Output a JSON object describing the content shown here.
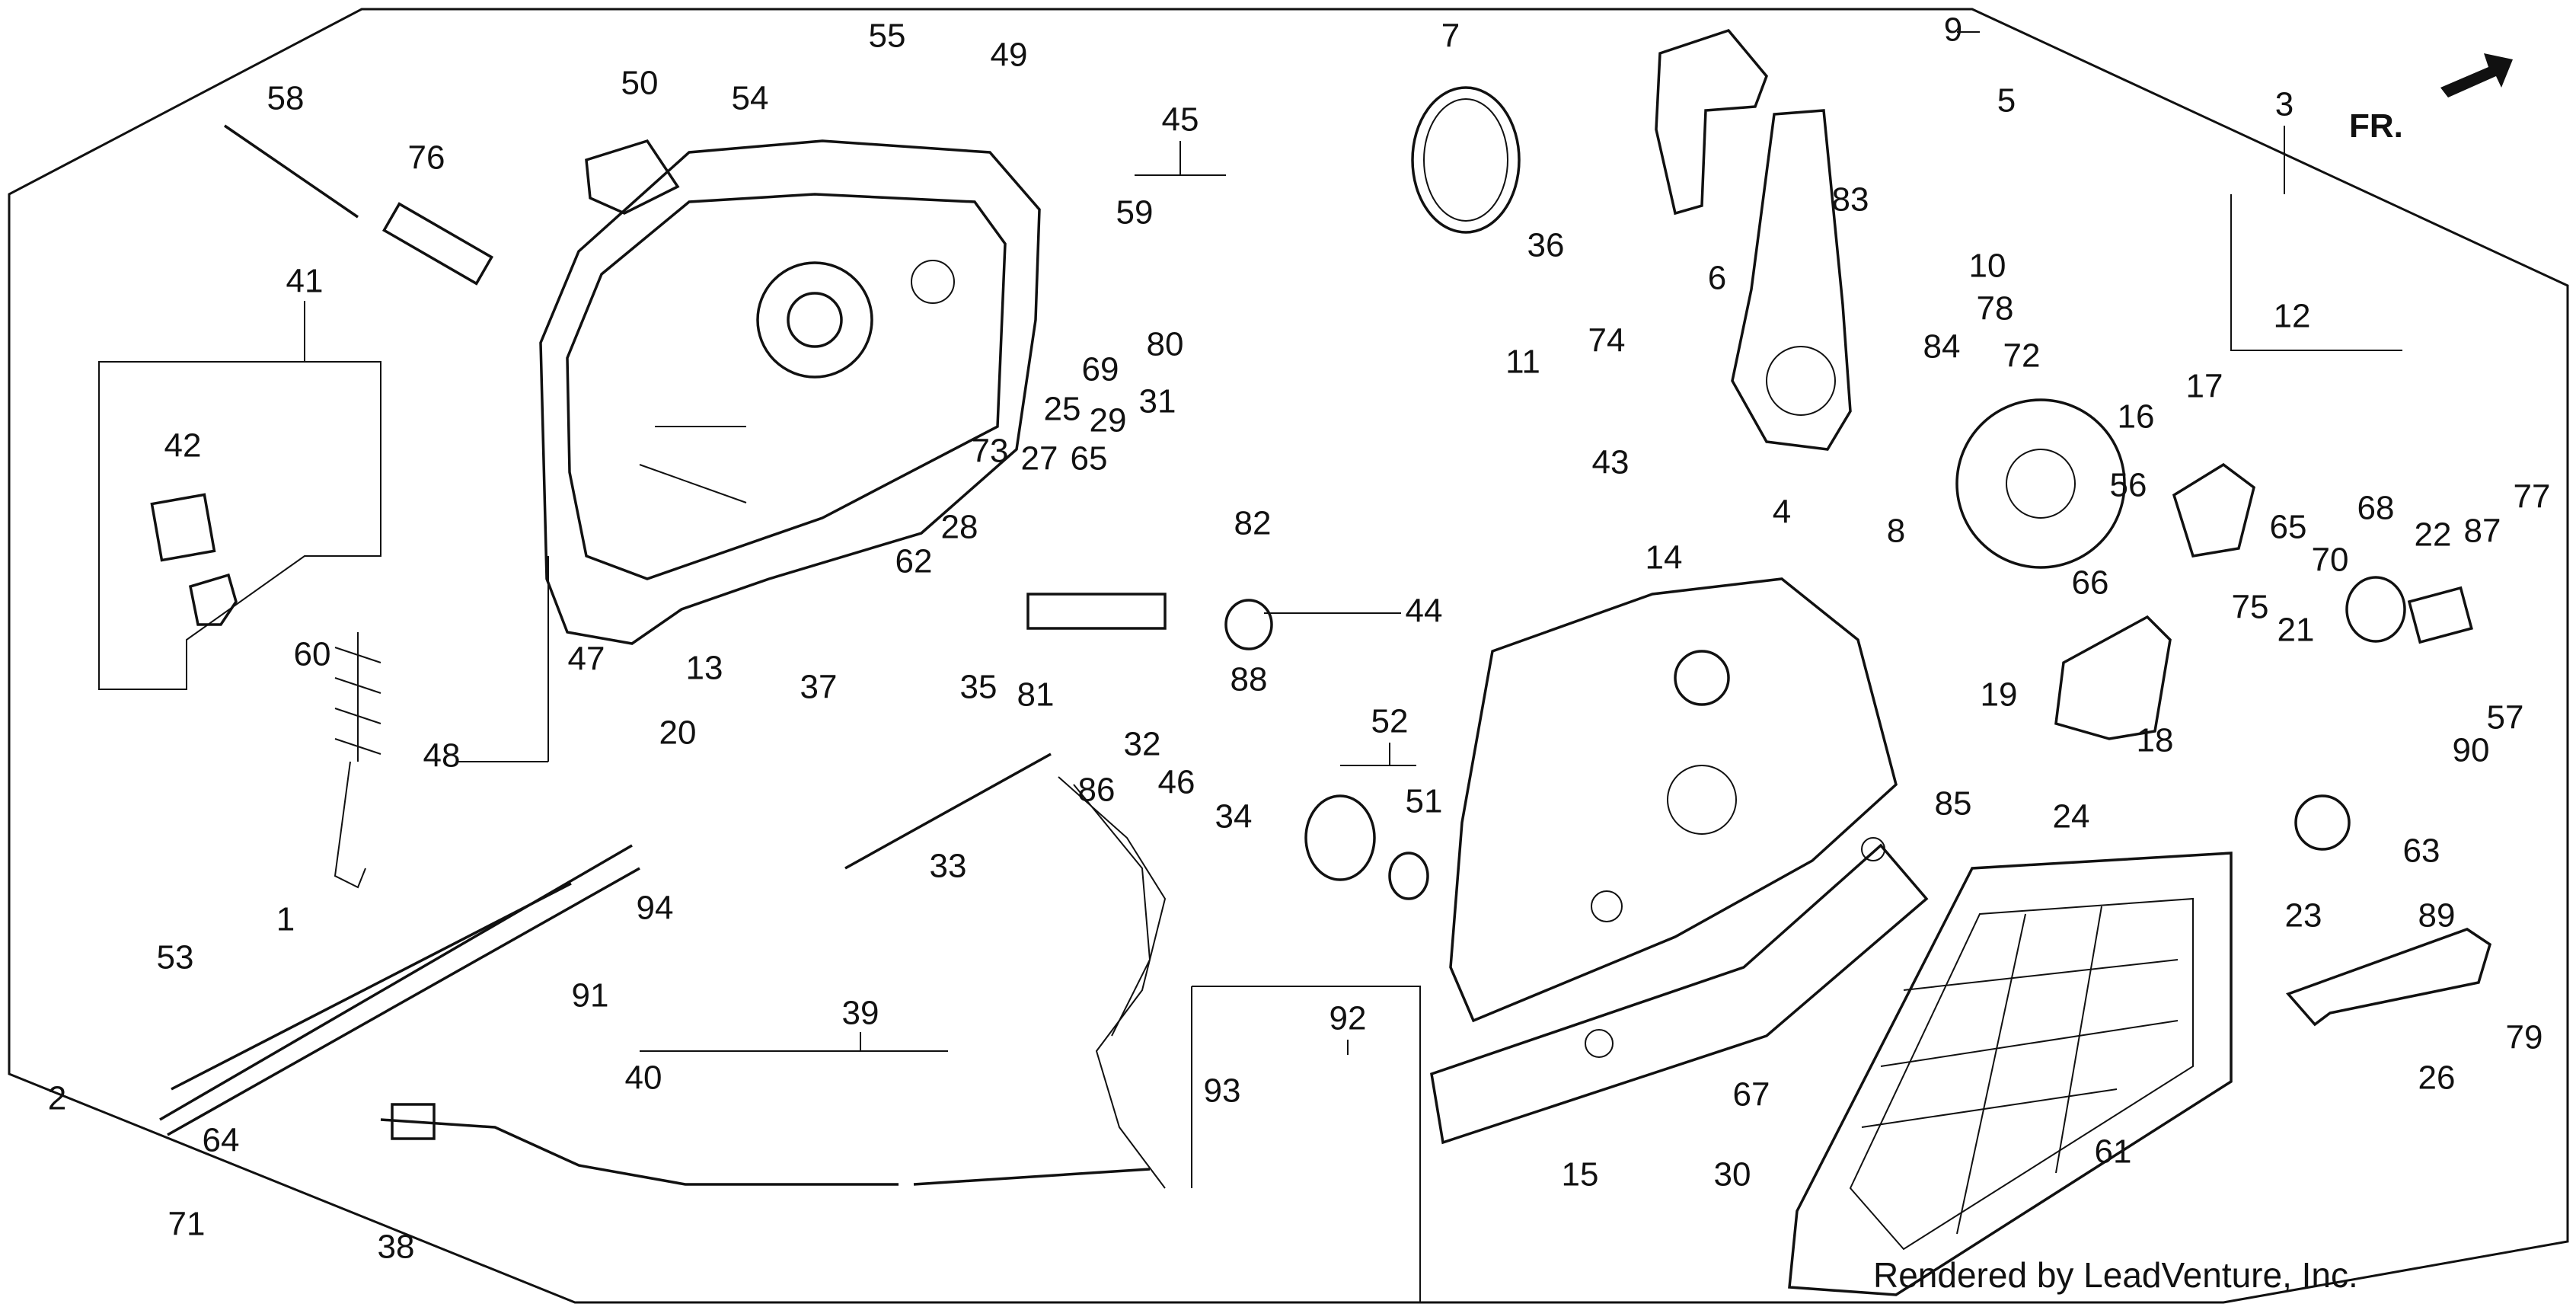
{
  "credit": "Rendered by LeadVenture, Inc.",
  "direction_label": "FR.",
  "callouts": [
    "58",
    "50",
    "54",
    "55",
    "49",
    "45",
    "76",
    "41",
    "42",
    "59",
    "80",
    "69",
    "25",
    "31",
    "29",
    "27",
    "73",
    "65",
    "28",
    "62",
    "82",
    "47",
    "60",
    "48",
    "13",
    "37",
    "35",
    "81",
    "44",
    "20",
    "33",
    "86",
    "46",
    "34",
    "32",
    "88",
    "52",
    "51",
    "1",
    "94",
    "91",
    "53",
    "2",
    "64",
    "71",
    "39",
    "40",
    "38",
    "92",
    "93",
    "7",
    "9",
    "5",
    "83",
    "36",
    "74",
    "11",
    "43",
    "6",
    "10",
    "78",
    "84",
    "72",
    "4",
    "8",
    "16",
    "3",
    "12",
    "17",
    "56",
    "66",
    "65",
    "70",
    "68",
    "22",
    "87",
    "77",
    "14",
    "19",
    "75",
    "21",
    "18",
    "24",
    "85",
    "57",
    "90",
    "63",
    "89",
    "23",
    "79",
    "26",
    "15",
    "30",
    "67",
    "61"
  ]
}
